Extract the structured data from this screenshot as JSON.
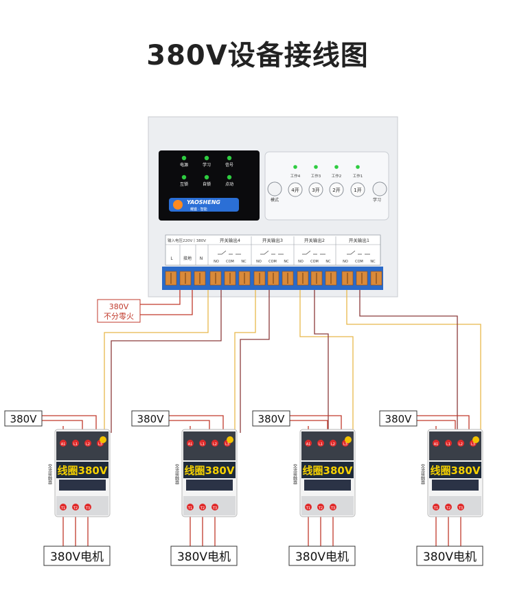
{
  "title": "380V设备接线图",
  "colors": {
    "wire_red": "#c0392b",
    "wire_dark": "#8b3a3a",
    "wire_yellow": "#e8b84a",
    "led_green": "#2ecc40",
    "terminal_blue": "#2a6ac8",
    "terminal_orange": "#d98a3a",
    "contactor_body": "#1e2a3a",
    "coil_text": "#f5d000"
  },
  "controller": {
    "indicators": [
      {
        "label": "电源",
        "icon": "led-green"
      },
      {
        "label": "学习",
        "icon": "led-green"
      },
      {
        "label": "信号",
        "icon": "led-green"
      },
      {
        "label": "互锁",
        "icon": "led-green"
      },
      {
        "label": "自锁",
        "icon": "led-green"
      },
      {
        "label": "点动",
        "icon": "led-green"
      }
    ],
    "brand": "YAOSHENG",
    "brand_sub": "耀盛 · 智能",
    "mode_button": "模式",
    "learn_button": "学习",
    "work_labels": [
      "工作4",
      "工作3",
      "工作2",
      "工作1"
    ],
    "switch_buttons": [
      "4开",
      "3开",
      "2开",
      "1开"
    ],
    "input_label": "输入电压220V丨380V",
    "input_terminals": [
      "L",
      "接地",
      "N"
    ],
    "outputs": [
      "开关输出4",
      "开关输出3",
      "开关输出2",
      "开关输出1"
    ],
    "output_terminals": [
      "NO",
      "COM",
      "NC"
    ]
  },
  "power_label": {
    "line1": "380V",
    "line2": "不分零火"
  },
  "contactors": [
    {
      "supply": "380V",
      "coil": "线圈380V",
      "side": "交流接触器",
      "motor": "380V电机"
    },
    {
      "supply": "380V",
      "coil": "线圈380V",
      "side": "交流接触器",
      "motor": "380V电机"
    },
    {
      "supply": "380V",
      "coil": "线圈380V",
      "side": "交流接触器",
      "motor": "380V电机"
    },
    {
      "supply": "380V",
      "coil": "线圈380V",
      "side": "交流接触器",
      "motor": "380V电机"
    }
  ],
  "contactor_pins": {
    "top": [
      "A1",
      "L1",
      "L2",
      "L3"
    ],
    "bottom": [
      "T1",
      "T2",
      "T3"
    ]
  }
}
